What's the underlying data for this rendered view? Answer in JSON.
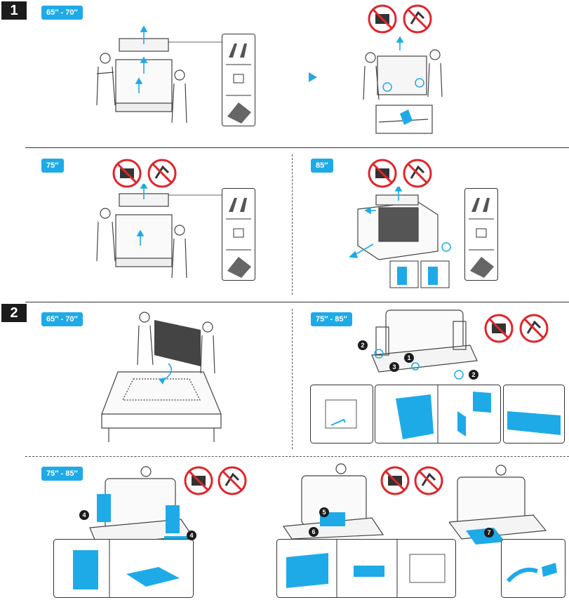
{
  "steps": {
    "one": "1",
    "two": "2"
  },
  "labels": {
    "s1_a": "65″ - 70″",
    "s1_b": "75″",
    "s1_c": "85″",
    "s2_a": "65″ - 70″",
    "s2_b": "75″ - 85″",
    "s2_c": "75″ - 85″"
  },
  "callouts": [
    "1",
    "2",
    "3",
    "4",
    "5",
    "6",
    "7"
  ],
  "colors": {
    "accent": "#1eaae7",
    "warning": "#e0252b",
    "dark": "#1c1c1c"
  },
  "icons": [
    "no-lift-by-screen-icon",
    "no-press-screen-icon",
    "arrow-right-icon"
  ]
}
